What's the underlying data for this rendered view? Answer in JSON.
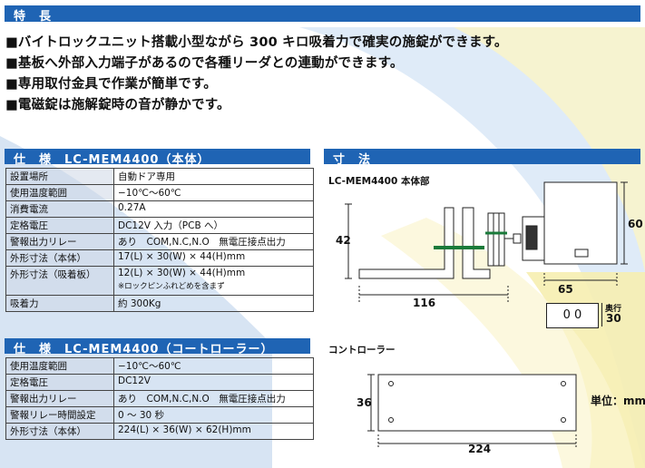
{
  "header": {
    "title": "特　長"
  },
  "features": [
    "■バイトロックユニット搭載小型ながら 300 キロ吸着力で確実の施錠ができます。",
    "■基板へ外部入力端子があるので各種リーダとの連動ができます。",
    "■専用取付金具で作業が簡単です。",
    "■電磁錠は施解錠時の音が静かです。"
  ],
  "spec_main": {
    "title": "仕　様　LC-MEM4400（本体）",
    "rows": [
      {
        "key": "設置場所",
        "value": "自動ドア専用"
      },
      {
        "key": "使用温度範囲",
        "value": "−10℃〜60℃"
      },
      {
        "key": "消費電流",
        "value": "0.27A"
      },
      {
        "key": "定格電圧",
        "value": "DC12V 入力（PCB へ）"
      },
      {
        "key": "警報出力リレー",
        "value": "あり　COM,N.C,N.O　無電圧接点出力"
      },
      {
        "key": "外形寸法（本体）",
        "value": "17(L) × 30(W) × 44(H)mm"
      },
      {
        "key": "外形寸法（吸着板）",
        "value": "12(L) × 30(W) × 44(H)mm",
        "note": "※ロックピンふれどめを含まず"
      },
      {
        "key": "吸着力",
        "value": "約 300Kg"
      }
    ]
  },
  "spec_ctrl": {
    "title": "仕　様　LC-MEM4400（コートローラー）",
    "rows": [
      {
        "key": "使用温度範囲",
        "value": "−10℃〜60℃"
      },
      {
        "key": "定格電圧",
        "value": "DC12V"
      },
      {
        "key": "警報出力リレー",
        "value": "あり　COM,N.C,N.O　無電圧接点出力"
      },
      {
        "key": "警報リレー時間設定",
        "value": "0 〜 30 秒"
      },
      {
        "key": "外形寸法（本体）",
        "value": "224(L) × 36(W) × 62(H)mm"
      }
    ]
  },
  "dimensions": {
    "title": "寸　法",
    "main_caption": "LC-MEM4400 本体部",
    "dim_42": "42",
    "dim_116": "116",
    "dim_60": "60",
    "dim_65": "65",
    "depth_box": "0 0",
    "depth_label": "奥行",
    "dim_30": "30",
    "controller_caption": "コントローラー",
    "dim_36": "36",
    "dim_224": "224",
    "unit": "単位：mm"
  }
}
